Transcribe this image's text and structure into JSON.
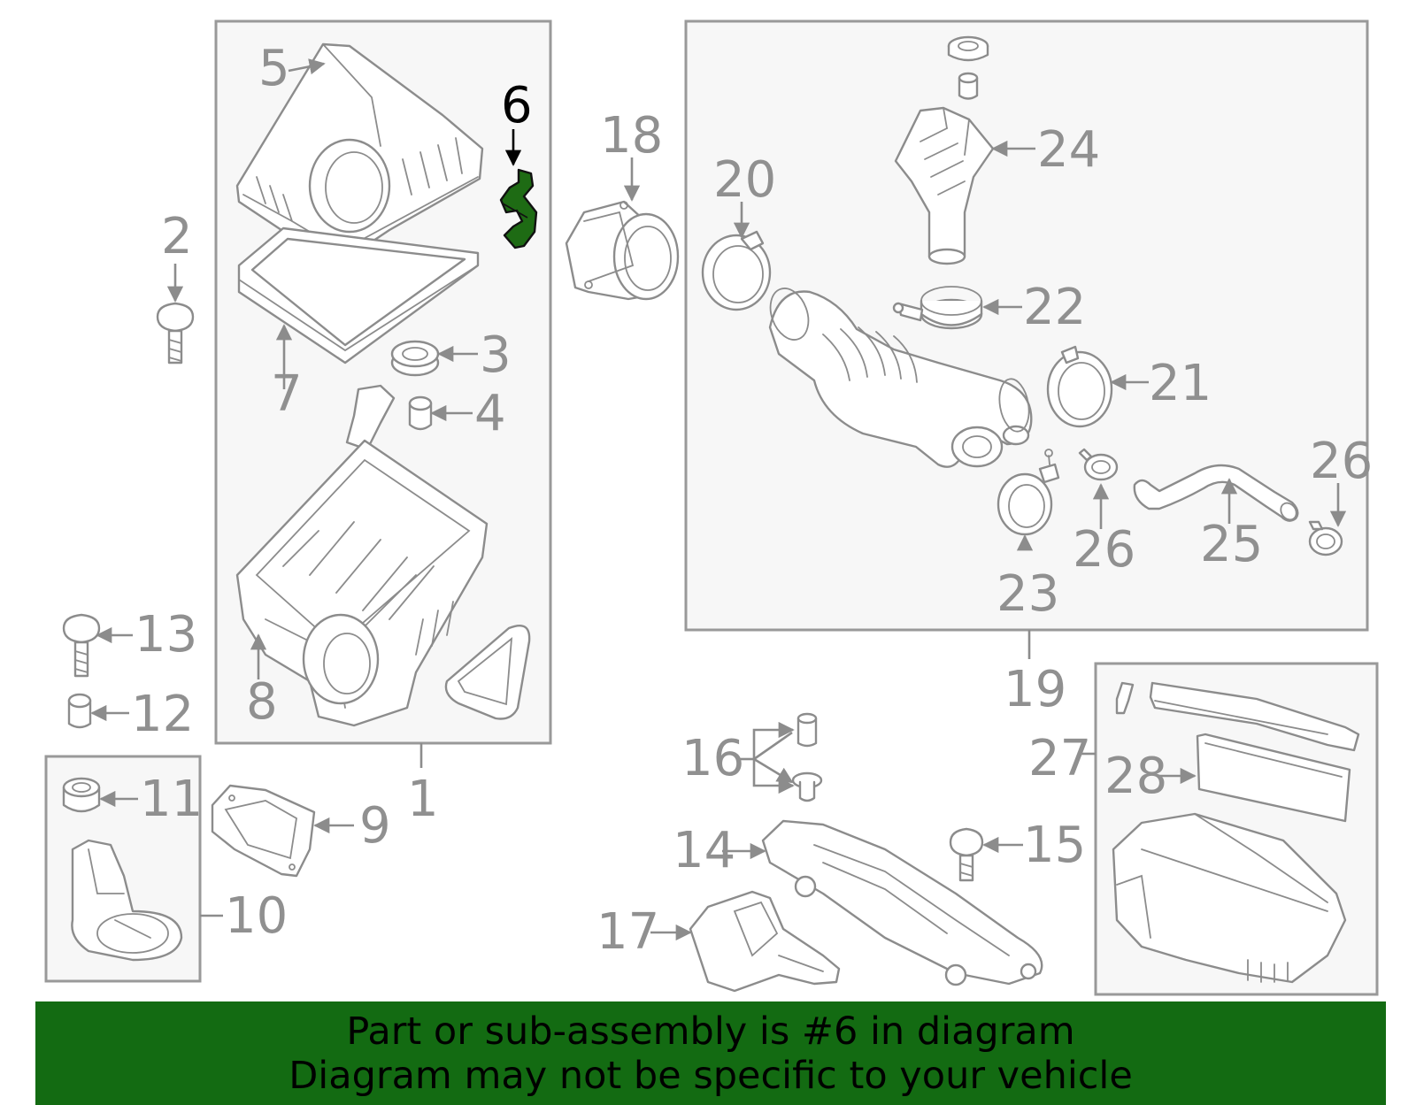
{
  "colors": {
    "highlight": "#136b12",
    "line": "#8c8c8c",
    "box_fill": "#f7f7f7",
    "banner_text": "#000000"
  },
  "callouts": [
    "1",
    "2",
    "3",
    "4",
    "5",
    "6",
    "7",
    "8",
    "9",
    "10",
    "11",
    "12",
    "13",
    "14",
    "15",
    "16",
    "17",
    "18",
    "19",
    "20",
    "21",
    "22",
    "23",
    "24",
    "25",
    "26",
    "26",
    "27",
    "28"
  ],
  "highlighted_part": "6",
  "banner": {
    "line1": "Part or sub-assembly is #6 in diagram",
    "line2": "Diagram may not be specific to your vehicle"
  }
}
